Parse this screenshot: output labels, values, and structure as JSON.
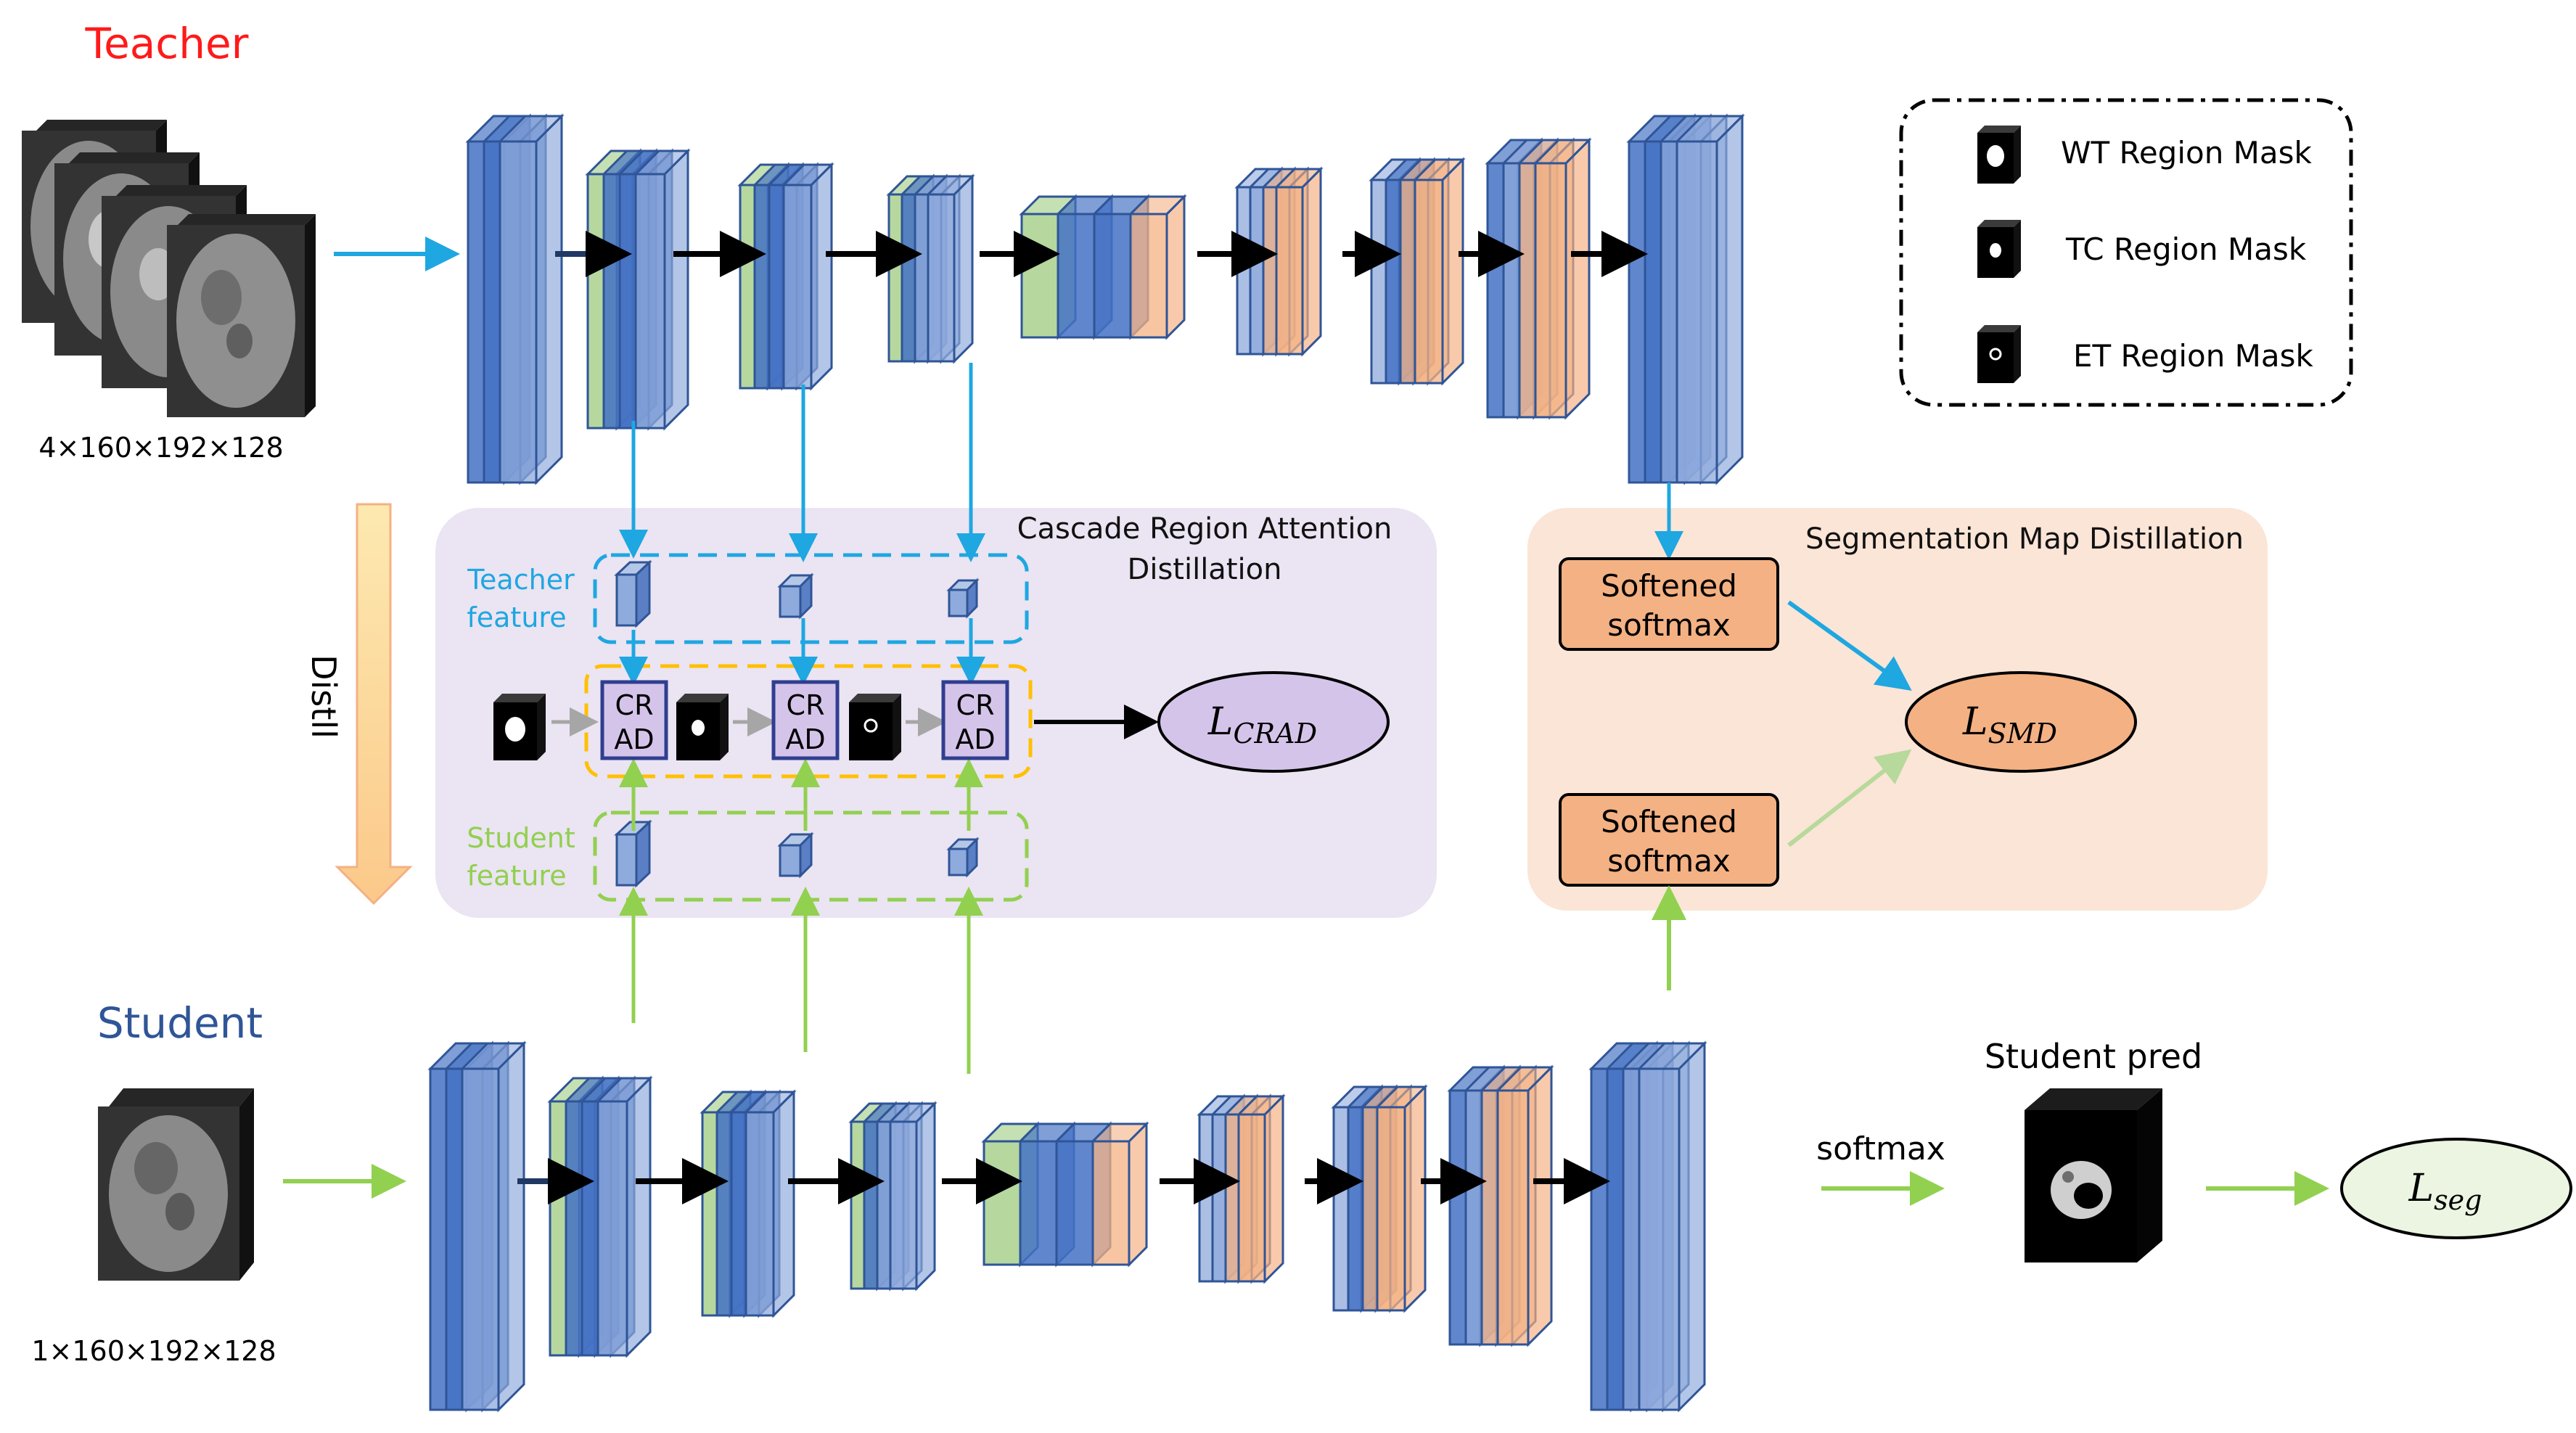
{
  "teacher": {
    "title": "Teacher",
    "input_dims": "4×160×192×128",
    "title_color": "#ff1a1a"
  },
  "student": {
    "title": "Student",
    "input_dims": "1×160×192×128",
    "title_color": "#2f5597"
  },
  "distill_label": "Distll",
  "crad": {
    "title_line1": "Cascade Region Attention",
    "title_line2": "Distillation",
    "teacher_feature_line1": "Teacher",
    "teacher_feature_line2": "feature",
    "student_feature_line1": "Student",
    "student_feature_line2": "feature",
    "module_line1": "CR",
    "module_line2": "AD",
    "loss_main": "L",
    "loss_sub": "CRAD"
  },
  "smd": {
    "title": "Segmentation Map Distillation",
    "box1_line1": "Softened",
    "box1_line2": "softmax",
    "box2_line1": "Softened",
    "box2_line2": "softmax",
    "loss_main": "L",
    "loss_sub": "SMD"
  },
  "legend": {
    "items": [
      {
        "label": "WT Region Mask",
        "icon": "wt-mask-icon"
      },
      {
        "label": "TC Region Mask",
        "icon": "tc-mask-icon"
      },
      {
        "label": "ET Region Mask",
        "icon": "et-mask-icon"
      }
    ]
  },
  "output": {
    "softmax_label": "softmax",
    "pred_label": "Student pred",
    "loss_main": "L",
    "loss_sub": "seg"
  },
  "colors": {
    "blue_arrow": "#1ea7e1",
    "green_arrow": "#92d050",
    "purple_panel": "#ebe4f2",
    "peach_panel": "#fbe5d6",
    "layer_blue": "#4472c4",
    "layer_green": "#a9d18e",
    "layer_orange": "#f4b183"
  }
}
